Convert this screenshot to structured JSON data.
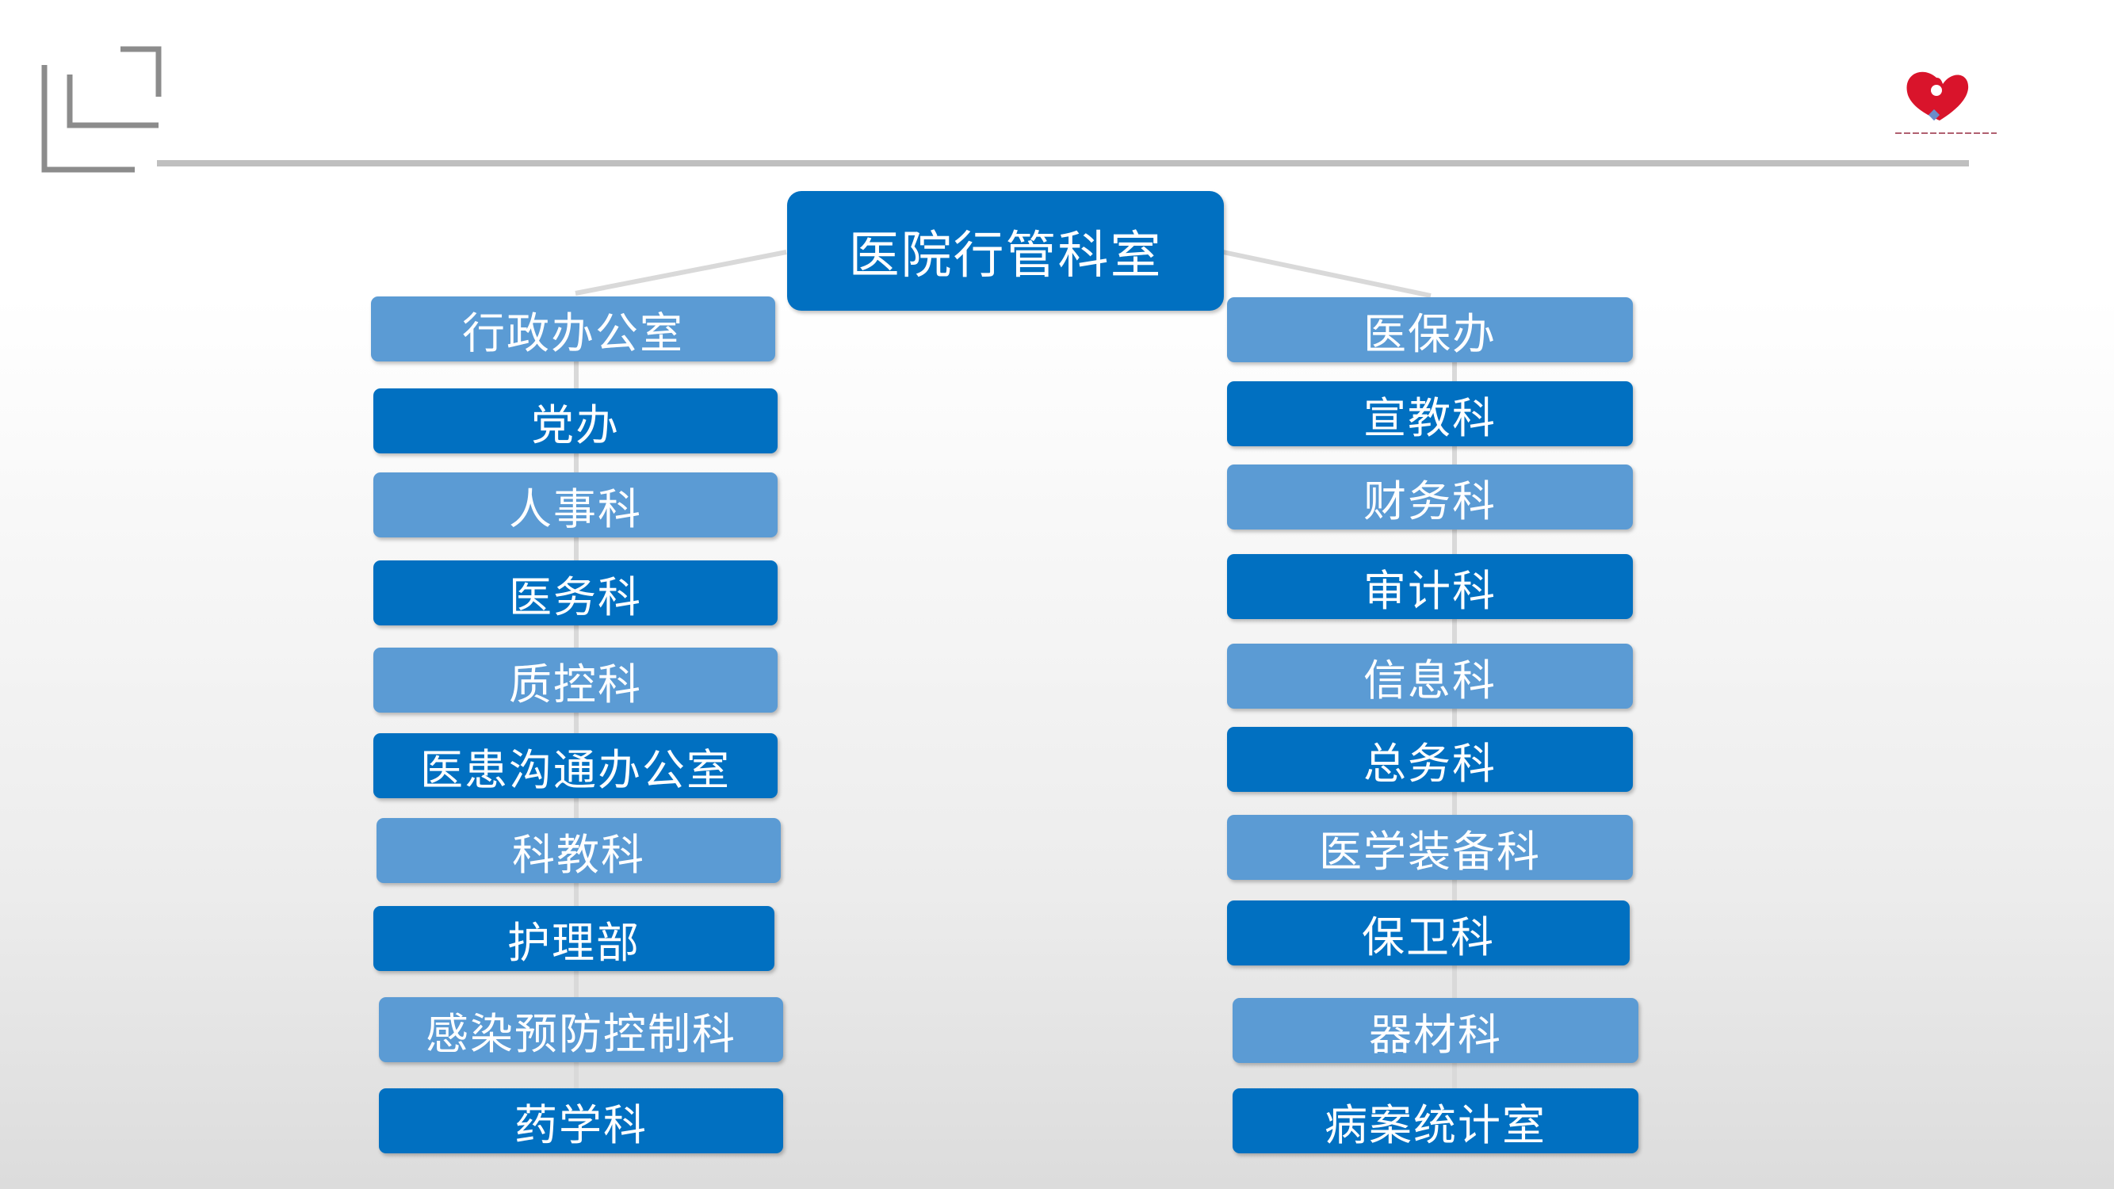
{
  "root": "医院行管科室",
  "left_column": [
    "行政办公室",
    "党办",
    "人事科",
    "医务科",
    "质控科",
    "医患沟通办公室",
    "科教科",
    "护理部",
    "感染预防控制科",
    "药学科"
  ],
  "right_column": [
    "医保办",
    "宣教科",
    "财务科",
    "审计科",
    "信息科",
    "总务科",
    "医学装备科",
    "保卫科",
    "器材科",
    "病案统计室"
  ],
  "colors": {
    "dark_box": "#0170c1",
    "light_box": "#5b9bd4",
    "connector": "#d9d9d9",
    "rule": "#bfbfbf",
    "logo_red": "#d9142b"
  },
  "logo_icon": "hospital-heart-logo"
}
